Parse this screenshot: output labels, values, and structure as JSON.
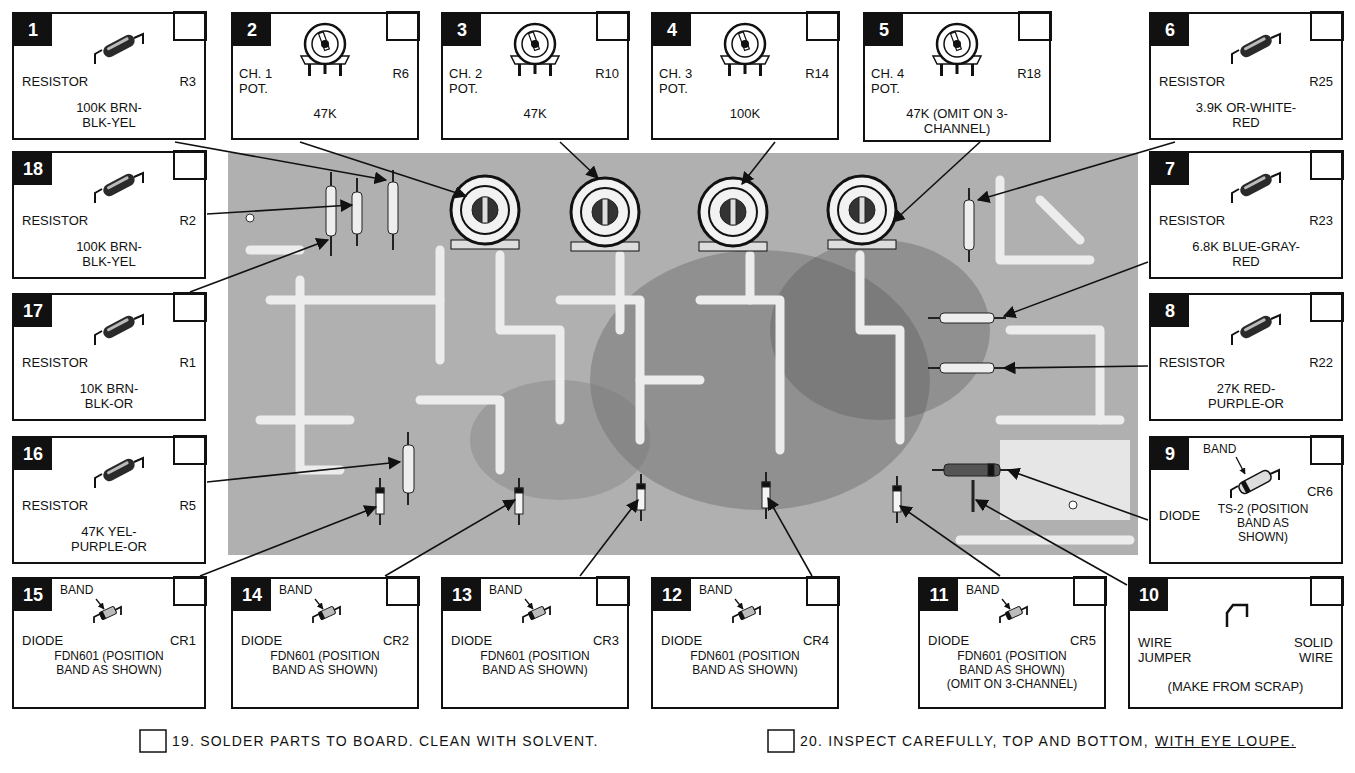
{
  "diagram": {
    "nodes": [
      {
        "text": [
          "1",
          "RESISTOR",
          "R3",
          "100K BRN-BLK-YEL"
        ]
      },
      {
        "text": [
          "2",
          "CH. 1 POT.",
          "R6",
          "47K"
        ]
      },
      {
        "text": [
          "3",
          "CH. 2 POT.",
          "R10",
          "47K"
        ]
      },
      {
        "text": [
          "4",
          "CH. 3 POT.",
          "R14",
          "100K"
        ]
      },
      {
        "text": [
          "5",
          "CH. 4 POT.",
          "R18",
          "47K (OMIT ON 3-CHANNEL)"
        ]
      },
      {
        "text": [
          "6",
          "RESISTOR",
          "R25",
          "3.9K OR-WHITE-RED"
        ]
      },
      {
        "text": [
          "18",
          "RESISTOR",
          "R2",
          "100K BRN-BLK-YEL"
        ]
      },
      {
        "text": [
          "7",
          "RESISTOR",
          "R23",
          "6.8K BLUE-GRAY-RED"
        ]
      },
      {
        "text": [
          "17",
          "RESISTOR",
          "R1",
          "10K BRN-BLK-OR"
        ]
      },
      {
        "text": [
          "8",
          "RESISTOR",
          "R22",
          "27K RED-PURPLE-OR"
        ]
      },
      {
        "text": [
          "16",
          "RESISTOR",
          "R5",
          "47K YEL-PURPLE-OR"
        ]
      },
      {
        "text": [
          "9",
          "BAND",
          "DIODE",
          "CR6",
          "TS-2 (POSITION BAND AS SHOWN)"
        ]
      },
      {
        "text": [
          "15",
          "BAND",
          "DIODE",
          "CR1",
          "FDN601 (POSITION BAND AS SHOWN)"
        ]
      },
      {
        "text": [
          "14",
          "BAND",
          "DIODE",
          "CR2",
          "FDN601 (POSITION BAND AS SHOWN)"
        ]
      },
      {
        "text": [
          "13",
          "BAND",
          "DIODE",
          "CR3",
          "FDN601 (POSITION BAND AS SHOWN)"
        ]
      },
      {
        "text": [
          "12",
          "BAND",
          "DIODE",
          "CR4",
          "FDN601 (POSITION BAND AS SHOWN)"
        ]
      },
      {
        "text": [
          "11",
          "BAND",
          "DIODE",
          "FDN601 (POSITION BAND AS SHOWN) (OMIT ON 3-CHANNEL)",
          "CR5"
        ]
      },
      {
        "text": [
          "10",
          "WIRE JUMPER",
          "SOLID WIRE",
          "(MAKE FROM SCRAP)"
        ]
      }
    ],
    "labels": [
      "19. SOLDER PARTS TO BOARD. CLEAN WITH SOLVENT.",
      "20. INSPECT CAREFULLY, TOP AND BOTTOM,",
      "WITH EYE LOUPE."
    ]
  }
}
